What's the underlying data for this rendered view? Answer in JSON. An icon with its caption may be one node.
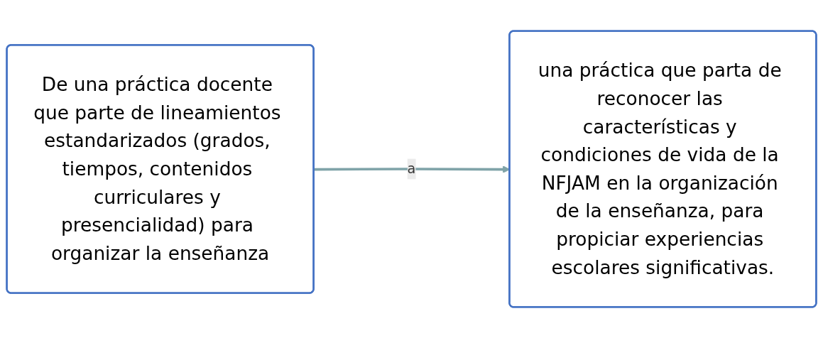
{
  "diagram": {
    "nodes": [
      {
        "text": [
          "De una práctica docente que parte de lineamientos estandarizados (grados, tiempos, contenidos curriculares y presencialidad) para organizar la enseñanza"
        ]
      },
      {
        "text": [
          "una práctica que parta de reconocer las características y condiciones de vida de la NFJAM en la organización de la enseñanza, para propiciar experiencias escolares significativas."
        ]
      }
    ],
    "edges": [
      {
        "from": 0,
        "to": 1,
        "arrow": "to",
        "label": "a",
        "color": "#7fa3a8"
      }
    ]
  }
}
